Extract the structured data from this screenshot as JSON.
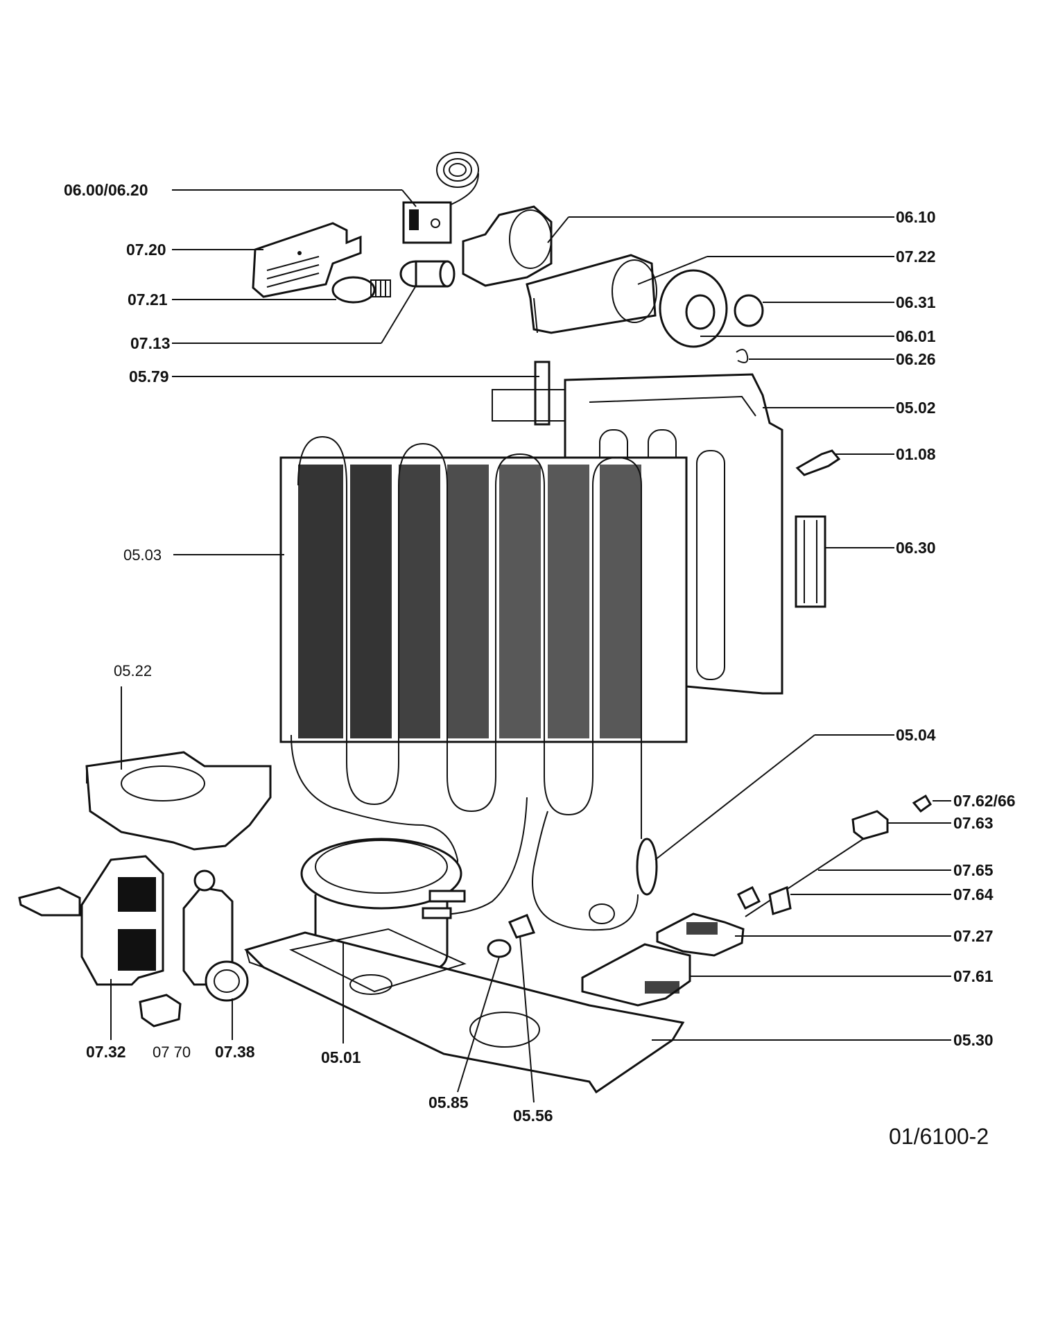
{
  "labels": {
    "p0600_0620": "06.00/06.20",
    "p0610": "06.10",
    "p0720": "07.20",
    "p0722": "07.22",
    "p0721": "07.21",
    "p0631": "06.31",
    "p0713": "07.13",
    "p0601": "06.01",
    "p0626": "06.26",
    "p0579": "05.79",
    "p0502": "05.02",
    "p0108": "01.08",
    "p0503": "05.03",
    "p0630": "06.30",
    "p0522": "05.22",
    "p0504": "05.04",
    "p0762_66": "07.62/66",
    "p0763": "07.63",
    "p0765": "07.65",
    "p0764": "07.64",
    "p0727": "07.27",
    "p0761": "07.61",
    "p0530": "05.30",
    "p0732": "07.32",
    "p0770": "07 70",
    "p0738": "07.38",
    "p0501": "05.01",
    "p0585": "05.85",
    "p0556": "05.56"
  },
  "drawing_number": "01/6100-2"
}
